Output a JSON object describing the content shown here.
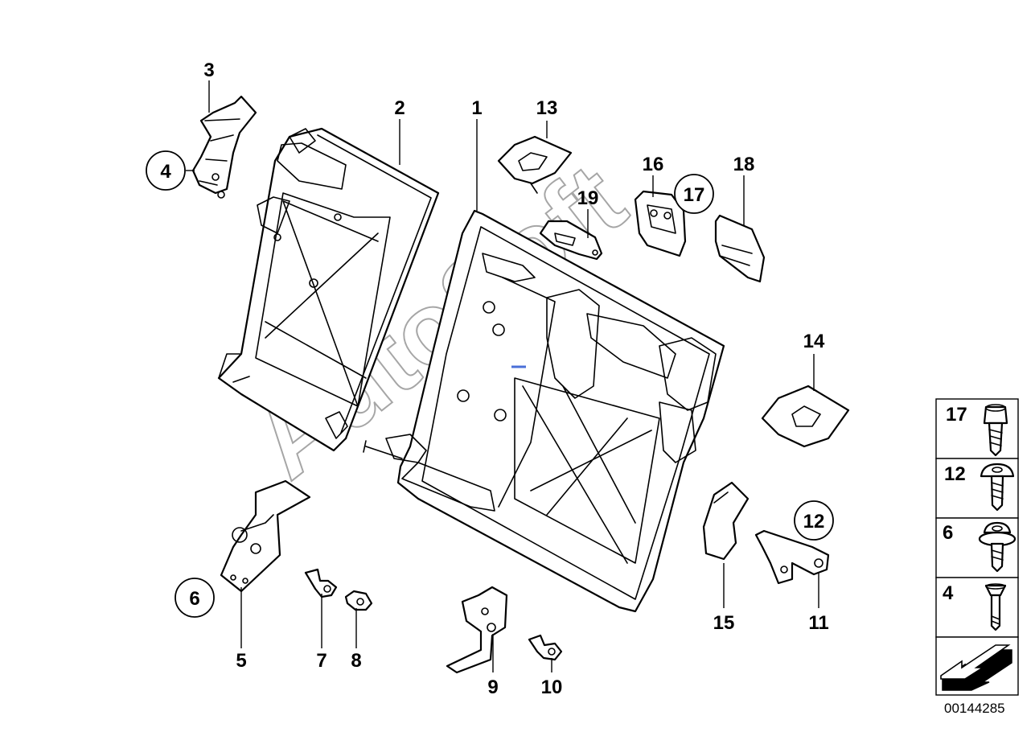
{
  "callouts": [
    {
      "id": "1",
      "text": "1",
      "circled": false
    },
    {
      "id": "2",
      "text": "2",
      "circled": false
    },
    {
      "id": "3",
      "text": "3",
      "circled": false
    },
    {
      "id": "4",
      "text": "4",
      "circled": true
    },
    {
      "id": "5",
      "text": "5",
      "circled": false
    },
    {
      "id": "6",
      "text": "6",
      "circled": true
    },
    {
      "id": "7",
      "text": "7",
      "circled": false
    },
    {
      "id": "8",
      "text": "8",
      "circled": false
    },
    {
      "id": "9",
      "text": "9",
      "circled": false
    },
    {
      "id": "10",
      "text": "10",
      "circled": false
    },
    {
      "id": "11",
      "text": "11",
      "circled": false
    },
    {
      "id": "12",
      "text": "12",
      "circled": true
    },
    {
      "id": "13",
      "text": "13",
      "circled": false
    },
    {
      "id": "14",
      "text": "14",
      "circled": false
    },
    {
      "id": "15",
      "text": "15",
      "circled": false
    },
    {
      "id": "16",
      "text": "16",
      "circled": false
    },
    {
      "id": "17",
      "text": "17",
      "circled": true
    },
    {
      "id": "18",
      "text": "18",
      "circled": false
    },
    {
      "id": "19",
      "text": "19",
      "circled": false
    }
  ],
  "legend": [
    {
      "number": "17",
      "icon": "torx-cylinder-screw-icon"
    },
    {
      "number": "12",
      "icon": "torx-pan-screw-icon"
    },
    {
      "number": "6",
      "icon": "flange-head-screw-icon"
    },
    {
      "number": "4",
      "icon": "countersunk-bolt-icon"
    }
  ],
  "watermark": "AutoSoft",
  "diagram_number": "00144285"
}
